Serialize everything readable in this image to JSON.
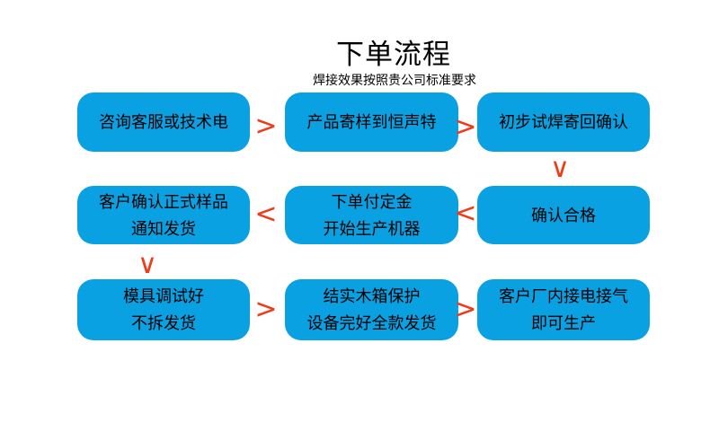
{
  "title": "下单流程",
  "subtitle": "焊接效果按照贵公司标准要求",
  "colors": {
    "background": "#ffffff",
    "title_text": "#000000",
    "box_fill": "#0aa1e2",
    "box_text": "#000000",
    "arrow": "#f13a17"
  },
  "flow": {
    "nodes": [
      {
        "step": 1,
        "row": 1,
        "col": 1,
        "lines": [
          "咨询客服或技术电"
        ]
      },
      {
        "step": 2,
        "row": 1,
        "col": 2,
        "lines": [
          "产品寄样到恒声特"
        ]
      },
      {
        "step": 3,
        "row": 1,
        "col": 3,
        "lines": [
          "初步试焊寄回确认"
        ]
      },
      {
        "step": 6,
        "row": 2,
        "col": 1,
        "lines": [
          "客户确认正式样品",
          "通知发货"
        ]
      },
      {
        "step": 5,
        "row": 2,
        "col": 2,
        "lines": [
          "下单付定金",
          "开始生产机器"
        ]
      },
      {
        "step": 4,
        "row": 2,
        "col": 3,
        "lines": [
          "确认合格"
        ]
      },
      {
        "step": 7,
        "row": 3,
        "col": 1,
        "lines": [
          "模具调试好",
          "不拆发货"
        ]
      },
      {
        "step": 8,
        "row": 3,
        "col": 2,
        "lines": [
          "结实木箱保护",
          "设备完好全款发货"
        ]
      },
      {
        "step": 9,
        "row": 3,
        "col": 3,
        "lines": [
          "客户厂内接电接气",
          "即可生产"
        ]
      }
    ],
    "arrows": [
      {
        "glyph": ">",
        "direction": "right",
        "from": "咨询客服或技术电",
        "to": "产品寄样到恒声特"
      },
      {
        "glyph": ">",
        "direction": "right",
        "from": "产品寄样到恒声特",
        "to": "初步试焊寄回确认"
      },
      {
        "glyph": "∨",
        "direction": "down",
        "from": "初步试焊寄回确认",
        "to": "确认合格"
      },
      {
        "glyph": "<",
        "direction": "left",
        "from": "确认合格",
        "to": "下单付定金 开始生产机器"
      },
      {
        "glyph": "<",
        "direction": "left",
        "from": "下单付定金 开始生产机器",
        "to": "客户确认正式样品 通知发货"
      },
      {
        "glyph": "∨",
        "direction": "down",
        "from": "客户确认正式样品 通知发货",
        "to": "模具调试好 不拆发货"
      },
      {
        "glyph": ">",
        "direction": "right",
        "from": "模具调试好 不拆发货",
        "to": "结实木箱保护 设备完好全款发货"
      },
      {
        "glyph": ">",
        "direction": "right",
        "from": "结实木箱保护 设备完好全款发货",
        "to": "客户厂内接电接气 即可生产"
      }
    ]
  }
}
